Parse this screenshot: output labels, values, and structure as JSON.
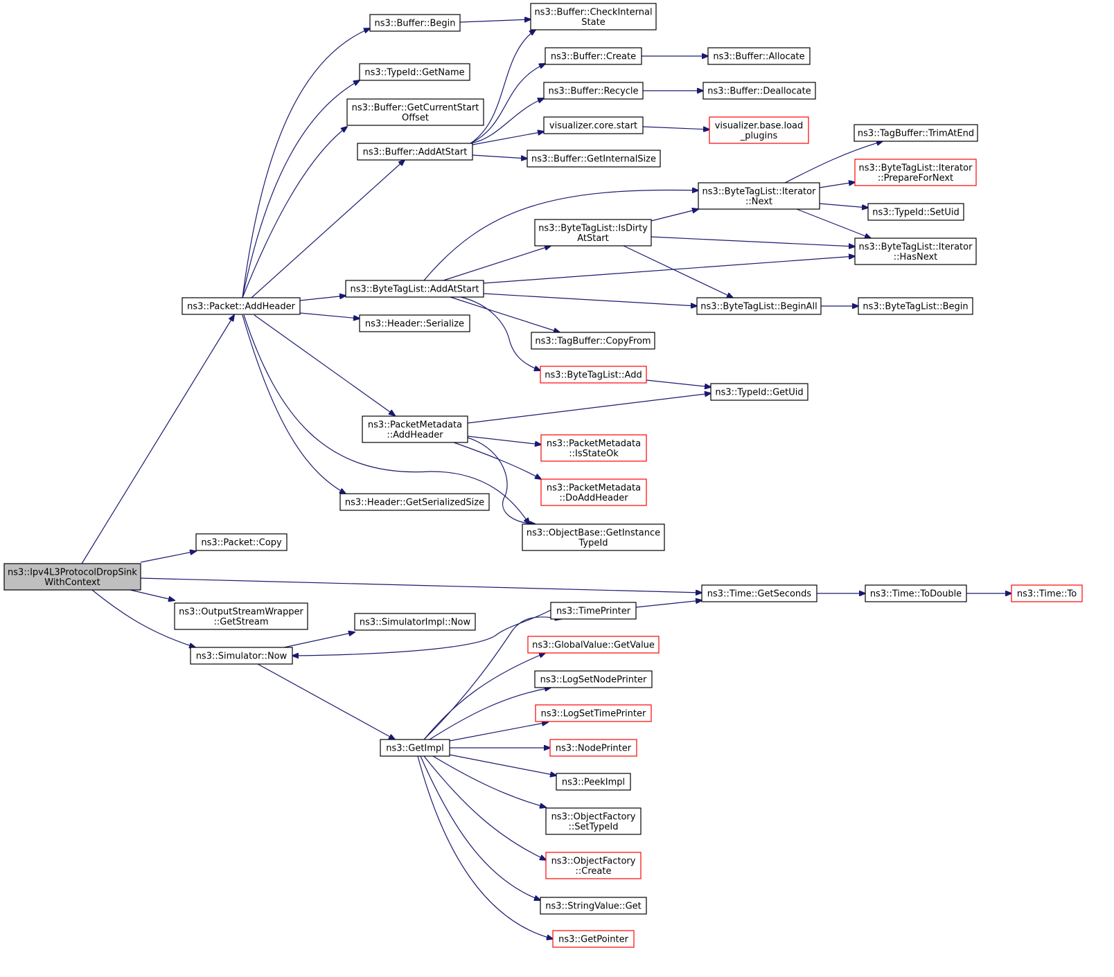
{
  "colors": {
    "edge": "#191970",
    "border_normal": "#000000",
    "border_truncated": "#ff0000",
    "fill_root": "#bfbfbf",
    "fill_normal": "#ffffff",
    "text": "#000000"
  },
  "nodes": [
    {
      "id": "root",
      "lines": [
        "ns3::Ipv4L3ProtocolDropSink",
        "WithContext"
      ],
      "style": "root"
    },
    {
      "id": "packet_addheader",
      "lines": [
        "ns3::Packet::AddHeader"
      ],
      "style": "normal"
    },
    {
      "id": "packet_copy",
      "lines": [
        "ns3::Packet::Copy"
      ],
      "style": "normal"
    },
    {
      "id": "osw_getstream",
      "lines": [
        "ns3::OutputStreamWrapper",
        "::GetStream"
      ],
      "style": "normal"
    },
    {
      "id": "simulator_now",
      "lines": [
        "ns3::Simulator::Now"
      ],
      "style": "normal"
    },
    {
      "id": "buffer_begin",
      "lines": [
        "ns3::Buffer::Begin"
      ],
      "style": "normal"
    },
    {
      "id": "typeid_getname",
      "lines": [
        "ns3::TypeId::GetName"
      ],
      "style": "normal"
    },
    {
      "id": "buffer_getcurrentstartoffset",
      "lines": [
        "ns3::Buffer::GetCurrentStart",
        "Offset"
      ],
      "style": "normal"
    },
    {
      "id": "buffer_addatstart",
      "lines": [
        "ns3::Buffer::AddAtStart"
      ],
      "style": "normal"
    },
    {
      "id": "bytetaglist_addatstart",
      "lines": [
        "ns3::ByteTagList::AddAtStart"
      ],
      "style": "normal"
    },
    {
      "id": "header_serialize",
      "lines": [
        "ns3::Header::Serialize"
      ],
      "style": "normal"
    },
    {
      "id": "packetmetadata_addheader",
      "lines": [
        "ns3::PacketMetadata",
        "::AddHeader"
      ],
      "style": "normal"
    },
    {
      "id": "header_getserializedsize",
      "lines": [
        "ns3::Header::GetSerializedSize"
      ],
      "style": "normal"
    },
    {
      "id": "simulatorimpl_now",
      "lines": [
        "ns3::SimulatorImpl::Now"
      ],
      "style": "normal"
    },
    {
      "id": "getimpl",
      "lines": [
        "ns3::GetImpl"
      ],
      "style": "normal"
    },
    {
      "id": "buffer_checkinternalstate",
      "lines": [
        "ns3::Buffer::CheckInternal",
        "State"
      ],
      "style": "normal"
    },
    {
      "id": "buffer_create",
      "lines": [
        "ns3::Buffer::Create"
      ],
      "style": "normal"
    },
    {
      "id": "buffer_recycle",
      "lines": [
        "ns3::Buffer::Recycle"
      ],
      "style": "normal"
    },
    {
      "id": "visualizer_core_start",
      "lines": [
        "visualizer.core.start"
      ],
      "style": "normal"
    },
    {
      "id": "buffer_getinternalsize",
      "lines": [
        "ns3::Buffer::GetInternalSize"
      ],
      "style": "normal"
    },
    {
      "id": "bytetaglist_isdirtyatstart",
      "lines": [
        "ns3::ByteTagList::IsDirty",
        "AtStart"
      ],
      "style": "normal"
    },
    {
      "id": "tagbuffer_copyfrom",
      "lines": [
        "ns3::TagBuffer::CopyFrom"
      ],
      "style": "normal"
    },
    {
      "id": "bytetaglist_add",
      "lines": [
        "ns3::ByteTagList::Add"
      ],
      "style": "truncated"
    },
    {
      "id": "packetmetadata_isstateok",
      "lines": [
        "ns3::PacketMetadata",
        "::IsStateOk"
      ],
      "style": "truncated"
    },
    {
      "id": "packetmetadata_doaddheader",
      "lines": [
        "ns3::PacketMetadata",
        "::DoAddHeader"
      ],
      "style": "truncated"
    },
    {
      "id": "objectbase_getinstancetypeid",
      "lines": [
        "ns3::ObjectBase::GetInstance",
        "TypeId"
      ],
      "style": "normal"
    },
    {
      "id": "timeprinter",
      "lines": [
        "ns3::TimePrinter"
      ],
      "style": "normal"
    },
    {
      "id": "globalvalue_getvalue",
      "lines": [
        "ns3::GlobalValue::GetValue"
      ],
      "style": "truncated"
    },
    {
      "id": "logsetnodeprinter",
      "lines": [
        "ns3::LogSetNodePrinter"
      ],
      "style": "normal"
    },
    {
      "id": "logsettimeprinter",
      "lines": [
        "ns3::LogSetTimePrinter"
      ],
      "style": "truncated"
    },
    {
      "id": "nodeprinter",
      "lines": [
        "ns3::NodePrinter"
      ],
      "style": "truncated"
    },
    {
      "id": "peekimpl",
      "lines": [
        "ns3::PeekImpl"
      ],
      "style": "normal"
    },
    {
      "id": "objectfactory_settypeid",
      "lines": [
        "ns3::ObjectFactory",
        "::SetTypeId"
      ],
      "style": "normal"
    },
    {
      "id": "objectfactory_create",
      "lines": [
        "ns3::ObjectFactory",
        "::Create"
      ],
      "style": "truncated"
    },
    {
      "id": "stringvalue_get",
      "lines": [
        "ns3::StringValue::Get"
      ],
      "style": "normal"
    },
    {
      "id": "getpointer",
      "lines": [
        "ns3::GetPointer"
      ],
      "style": "truncated"
    },
    {
      "id": "buffer_allocate",
      "lines": [
        "ns3::Buffer::Allocate"
      ],
      "style": "normal"
    },
    {
      "id": "buffer_deallocate",
      "lines": [
        "ns3::Buffer::Deallocate"
      ],
      "style": "normal"
    },
    {
      "id": "visualizer_base_load_plugins",
      "lines": [
        "visualizer.base.load",
        "_plugins"
      ],
      "style": "truncated"
    },
    {
      "id": "bytetaglist_iterator_next",
      "lines": [
        "ns3::ByteTagList::Iterator",
        "::Next"
      ],
      "style": "normal"
    },
    {
      "id": "bytetaglist_beginall",
      "lines": [
        "ns3::ByteTagList::BeginAll"
      ],
      "style": "normal"
    },
    {
      "id": "typeid_getuid",
      "lines": [
        "ns3::TypeId::GetUid"
      ],
      "style": "normal"
    },
    {
      "id": "time_getseconds",
      "lines": [
        "ns3::Time::GetSeconds"
      ],
      "style": "normal"
    },
    {
      "id": "tagbuffer_trimatend",
      "lines": [
        "ns3::TagBuffer::TrimAtEnd"
      ],
      "style": "normal"
    },
    {
      "id": "bytetaglist_iterator_preparefornext",
      "lines": [
        "ns3::ByteTagList::Iterator",
        "::PrepareForNext"
      ],
      "style": "truncated"
    },
    {
      "id": "typeid_setuid",
      "lines": [
        "ns3::TypeId::SetUid"
      ],
      "style": "normal"
    },
    {
      "id": "bytetaglist_iterator_hasnext",
      "lines": [
        "ns3::ByteTagList::Iterator",
        "::HasNext"
      ],
      "style": "normal"
    },
    {
      "id": "bytetaglist_begin",
      "lines": [
        "ns3::ByteTagList::Begin"
      ],
      "style": "normal"
    },
    {
      "id": "time_todouble",
      "lines": [
        "ns3::Time::ToDouble"
      ],
      "style": "normal"
    },
    {
      "id": "time_to",
      "lines": [
        "ns3::Time::To"
      ],
      "style": "truncated"
    }
  ],
  "edges": [
    {
      "from": "root",
      "to": "packet_addheader"
    },
    {
      "from": "root",
      "to": "packet_copy"
    },
    {
      "from": "root",
      "to": "time_getseconds"
    },
    {
      "from": "root",
      "to": "osw_getstream"
    },
    {
      "from": "root",
      "to": "simulator_now"
    },
    {
      "from": "packet_addheader",
      "to": "buffer_begin"
    },
    {
      "from": "packet_addheader",
      "to": "typeid_getname"
    },
    {
      "from": "packet_addheader",
      "to": "buffer_getcurrentstartoffset"
    },
    {
      "from": "packet_addheader",
      "to": "buffer_addatstart"
    },
    {
      "from": "packet_addheader",
      "to": "bytetaglist_addatstart"
    },
    {
      "from": "packet_addheader",
      "to": "header_serialize"
    },
    {
      "from": "packet_addheader",
      "to": "packetmetadata_addheader"
    },
    {
      "from": "packet_addheader",
      "to": "header_getserializedsize"
    },
    {
      "from": "packet_addheader",
      "to": "objectbase_getinstancetypeid"
    },
    {
      "from": "buffer_begin",
      "to": "buffer_checkinternalstate"
    },
    {
      "from": "buffer_addatstart",
      "to": "buffer_checkinternalstate"
    },
    {
      "from": "buffer_addatstart",
      "to": "buffer_create"
    },
    {
      "from": "buffer_addatstart",
      "to": "buffer_recycle"
    },
    {
      "from": "buffer_addatstart",
      "to": "visualizer_core_start"
    },
    {
      "from": "buffer_addatstart",
      "to": "buffer_getinternalsize"
    },
    {
      "from": "buffer_create",
      "to": "buffer_allocate"
    },
    {
      "from": "buffer_recycle",
      "to": "buffer_deallocate"
    },
    {
      "from": "visualizer_core_start",
      "to": "visualizer_base_load_plugins"
    },
    {
      "from": "bytetaglist_addatstart",
      "to": "bytetaglist_iterator_next"
    },
    {
      "from": "bytetaglist_addatstart",
      "to": "bytetaglist_isdirtyatstart"
    },
    {
      "from": "bytetaglist_addatstart",
      "to": "bytetaglist_iterator_hasnext"
    },
    {
      "from": "bytetaglist_addatstart",
      "to": "bytetaglist_beginall"
    },
    {
      "from": "bytetaglist_addatstart",
      "to": "tagbuffer_copyfrom"
    },
    {
      "from": "bytetaglist_addatstart",
      "to": "bytetaglist_add"
    },
    {
      "from": "bytetaglist_isdirtyatstart",
      "to": "bytetaglist_iterator_next"
    },
    {
      "from": "bytetaglist_isdirtyatstart",
      "to": "bytetaglist_iterator_hasnext"
    },
    {
      "from": "bytetaglist_isdirtyatstart",
      "to": "bytetaglist_beginall"
    },
    {
      "from": "bytetaglist_iterator_next",
      "to": "tagbuffer_trimatend"
    },
    {
      "from": "bytetaglist_iterator_next",
      "to": "bytetaglist_iterator_preparefornext"
    },
    {
      "from": "bytetaglist_iterator_next",
      "to": "typeid_setuid"
    },
    {
      "from": "bytetaglist_iterator_next",
      "to": "bytetaglist_iterator_hasnext"
    },
    {
      "from": "bytetaglist_beginall",
      "to": "bytetaglist_begin"
    },
    {
      "from": "bytetaglist_add",
      "to": "typeid_getuid"
    },
    {
      "from": "packetmetadata_addheader",
      "to": "typeid_getuid"
    },
    {
      "from": "packetmetadata_addheader",
      "to": "packetmetadata_isstateok"
    },
    {
      "from": "packetmetadata_addheader",
      "to": "packetmetadata_doaddheader"
    },
    {
      "from": "packetmetadata_addheader",
      "to": "objectbase_getinstancetypeid"
    },
    {
      "from": "simulator_now",
      "to": "simulatorimpl_now"
    },
    {
      "from": "simulator_now",
      "to": "getimpl"
    },
    {
      "from": "timeprinter",
      "to": "simulator_now"
    },
    {
      "from": "timeprinter",
      "to": "time_getseconds"
    },
    {
      "from": "getimpl",
      "to": "timeprinter"
    },
    {
      "from": "getimpl",
      "to": "globalvalue_getvalue"
    },
    {
      "from": "getimpl",
      "to": "logsetnodeprinter"
    },
    {
      "from": "getimpl",
      "to": "logsettimeprinter"
    },
    {
      "from": "getimpl",
      "to": "nodeprinter"
    },
    {
      "from": "getimpl",
      "to": "peekimpl"
    },
    {
      "from": "getimpl",
      "to": "objectfactory_settypeid"
    },
    {
      "from": "getimpl",
      "to": "objectfactory_create"
    },
    {
      "from": "getimpl",
      "to": "stringvalue_get"
    },
    {
      "from": "getimpl",
      "to": "getpointer"
    },
    {
      "from": "time_getseconds",
      "to": "time_todouble"
    },
    {
      "from": "time_todouble",
      "to": "time_to"
    }
  ]
}
